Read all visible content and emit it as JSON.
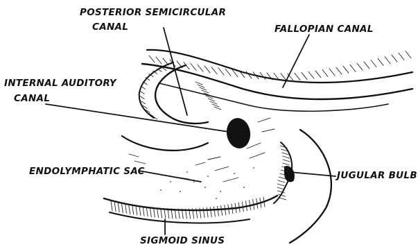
{
  "labels": {
    "posterior_semicircular_canal_line1": "POSTERIOR SEMICIRCULAR",
    "posterior_semicircular_canal_line2": "CANAL",
    "fallopian_canal": "FALLOPIAN CANAL",
    "internal_auditory_canal_line1": "INTERNAL AUDITORY",
    "internal_auditory_canal_line2": "CANAL",
    "endolymphatic_sac": "ENDOLYMPHATIC SAC",
    "jugular_bulb": "JUGULAR BULB",
    "sigmoid_sinus": "SIGMOID SINUS"
  },
  "style": {
    "ink_color": "#111111",
    "background_color": "#ffffff"
  }
}
